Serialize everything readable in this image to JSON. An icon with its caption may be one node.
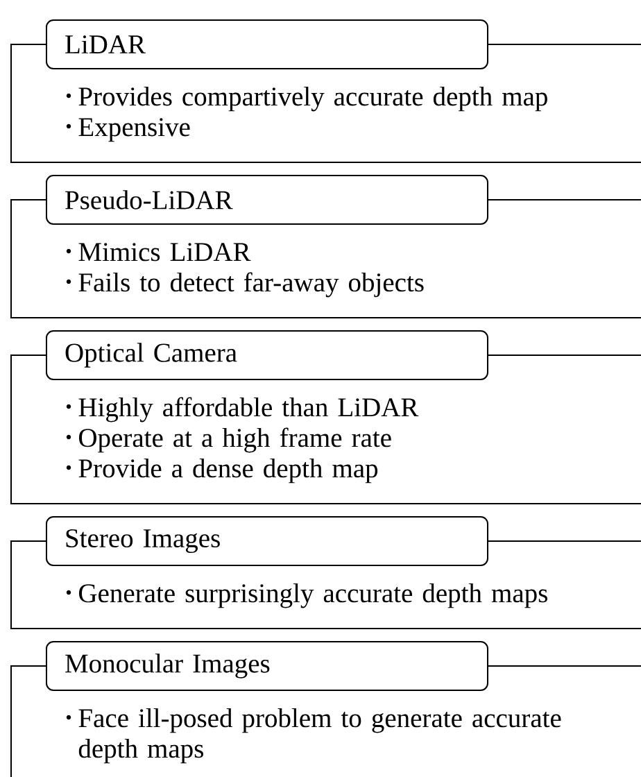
{
  "diagram": {
    "nodes": [
      {
        "text": [
          "LiDAR",
          "Provides compartively accurate depth map",
          "Expensive"
        ]
      },
      {
        "text": [
          "Pseudo-LiDAR",
          "Mimics LiDAR",
          "Fails to detect far-away objects"
        ]
      },
      {
        "text": [
          "Optical Camera",
          "Highly affordable than LiDAR",
          "Operate at a high frame rate",
          "Provide a dense depth map"
        ]
      },
      {
        "text": [
          "Stereo Images",
          "Generate surprisingly accurate depth maps"
        ]
      },
      {
        "text": [
          "Monocular Images",
          "Face ill-posed problem to generate accurate depth maps"
        ]
      }
    ]
  }
}
